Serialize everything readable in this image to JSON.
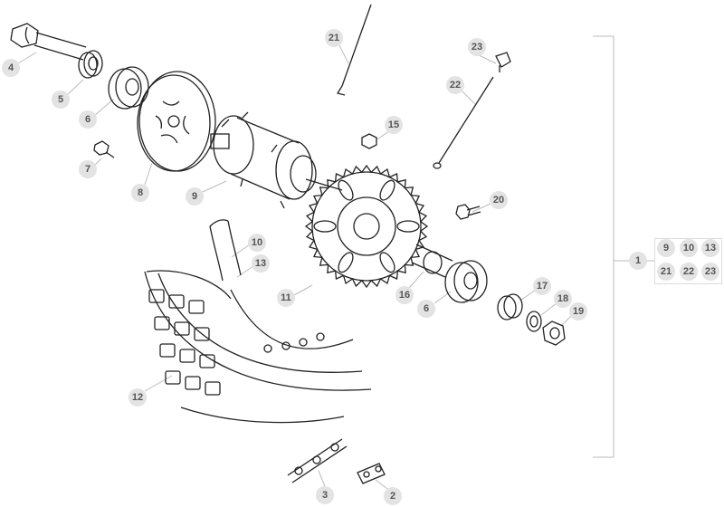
{
  "callouts": {
    "c4": "4",
    "c5": "5",
    "c6a": "6",
    "c7": "7",
    "c8": "8",
    "c9": "9",
    "c21": "21",
    "c23": "23",
    "c22": "22",
    "c15": "15",
    "c20": "20",
    "c10": "10",
    "c13": "13",
    "c11": "11",
    "c12": "12",
    "c16": "16",
    "c6b": "6",
    "c17": "17",
    "c18": "18",
    "c19": "19",
    "c3": "3",
    "c2": "2",
    "c1": "1"
  },
  "assembly_group": {
    "items": [
      "9",
      "10",
      "13",
      "21",
      "22",
      "23"
    ]
  },
  "colors": {
    "badge_bg": "#e3e3e3",
    "badge_text": "#555555",
    "line": "#222222",
    "leader": "#bbbbbb"
  }
}
